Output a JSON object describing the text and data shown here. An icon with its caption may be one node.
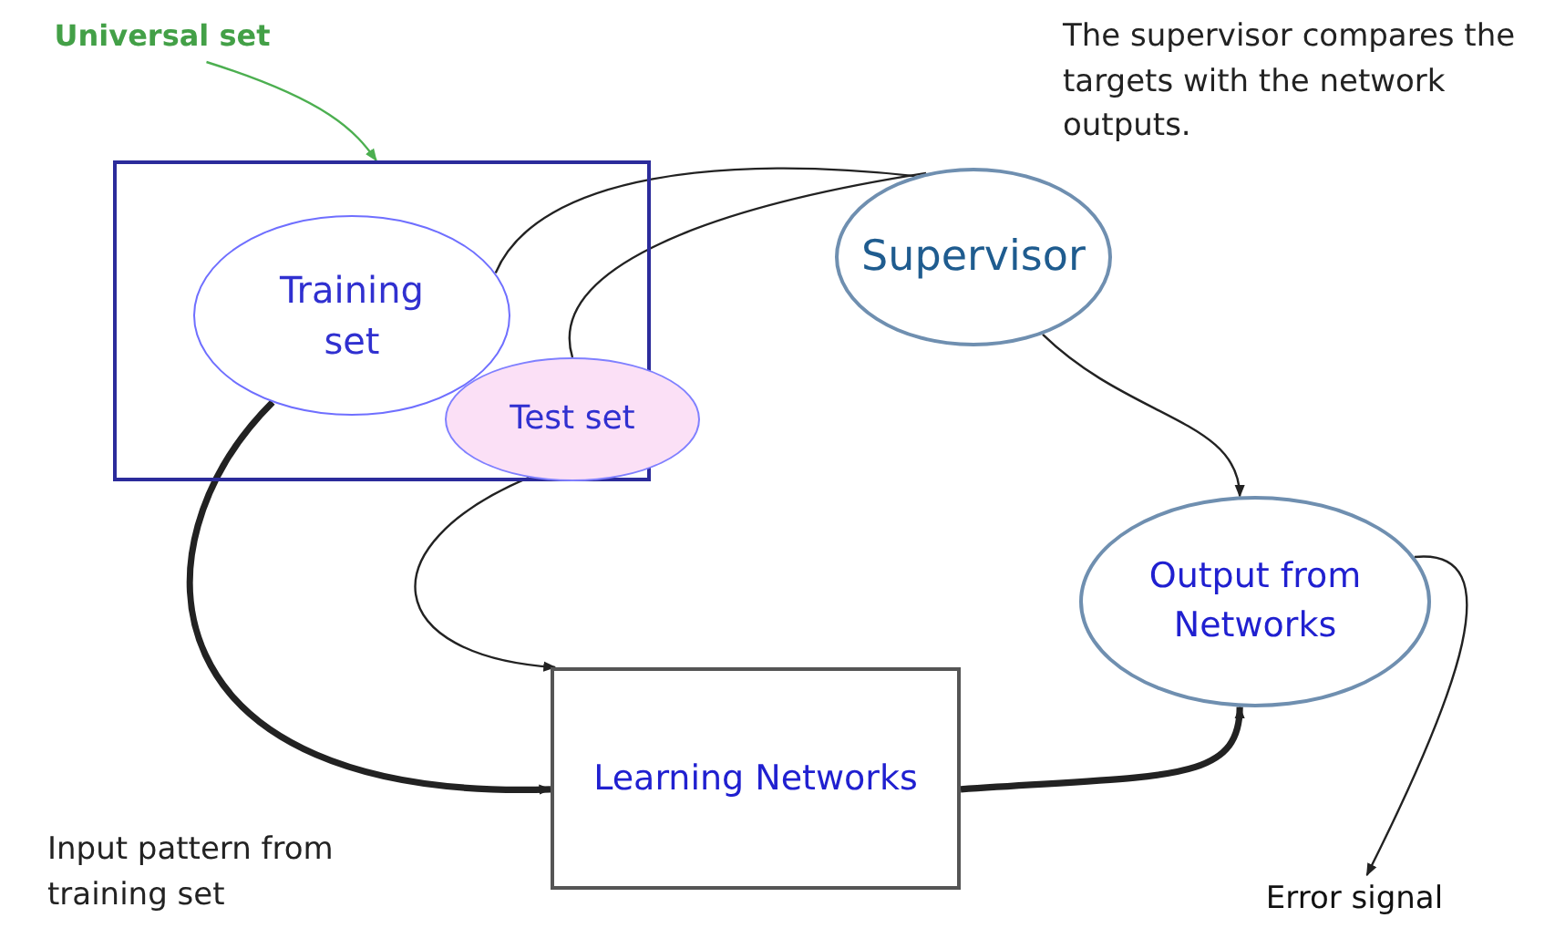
{
  "diagram": {
    "nodes": [
      {
        "text": [
          "Universal set"
        ]
      },
      {
        "text": [],
        "shape": "box"
      },
      {
        "text": [
          "Training set"
        ],
        "in": 1
      },
      {
        "text": [
          "Test set"
        ]
      },
      {
        "text": [
          "Supervisor"
        ]
      },
      {
        "text": [
          "Output from Networks"
        ]
      },
      {
        "text": [
          "Learning Networks"
        ]
      },
      {
        "text": [
          "Error signal"
        ]
      }
    ],
    "edges": [
      {
        "from": 0,
        "to": 1,
        "arrow": "to",
        "color": "#4caf50"
      },
      {
        "from": 2,
        "to": 4,
        "arrow": "none"
      },
      {
        "from": 3,
        "to": 4,
        "arrow": "none"
      },
      {
        "from": 4,
        "to": 5,
        "arrow": "to"
      },
      {
        "from": 2,
        "to": 6,
        "arrow": "to",
        "style": "thick"
      },
      {
        "from": 3,
        "to": 6,
        "arrow": "to"
      },
      {
        "from": 6,
        "to": 5,
        "arrow": "to",
        "style": "thick"
      },
      {
        "from": 5,
        "to": 7,
        "arrow": "to"
      }
    ],
    "labels": [
      "The supervisor compares the targets with the network outputs.",
      "Input pattern from training set"
    ]
  }
}
